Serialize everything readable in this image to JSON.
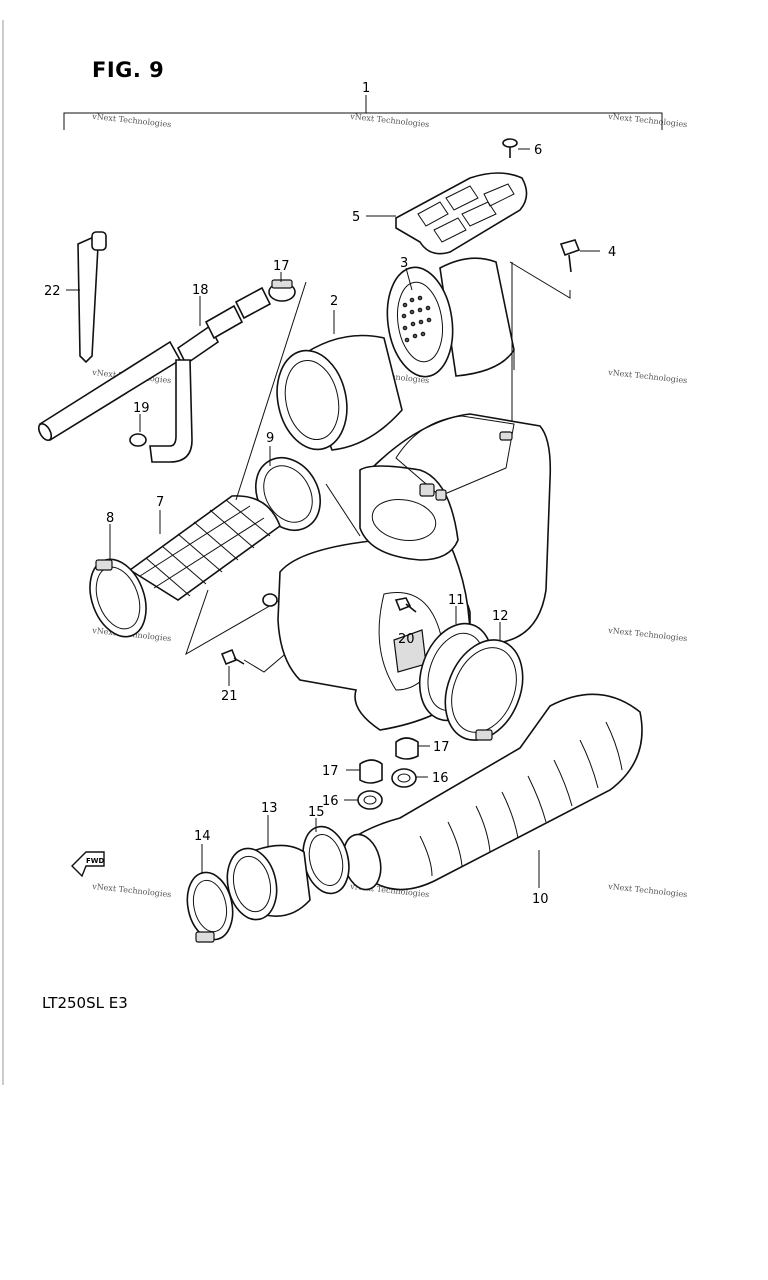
{
  "figure_title": "FIG. 9",
  "model_code": "LT250SL E3",
  "watermark": "vNext Technologies",
  "fwd_label": "FWD",
  "callouts": [
    "1",
    "2",
    "3",
    "4",
    "5",
    "6",
    "7",
    "8",
    "9",
    "10",
    "11",
    "12",
    "13",
    "14",
    "15",
    "16",
    "16",
    "17",
    "17",
    "17",
    "18",
    "19",
    "20",
    "21",
    "22"
  ]
}
